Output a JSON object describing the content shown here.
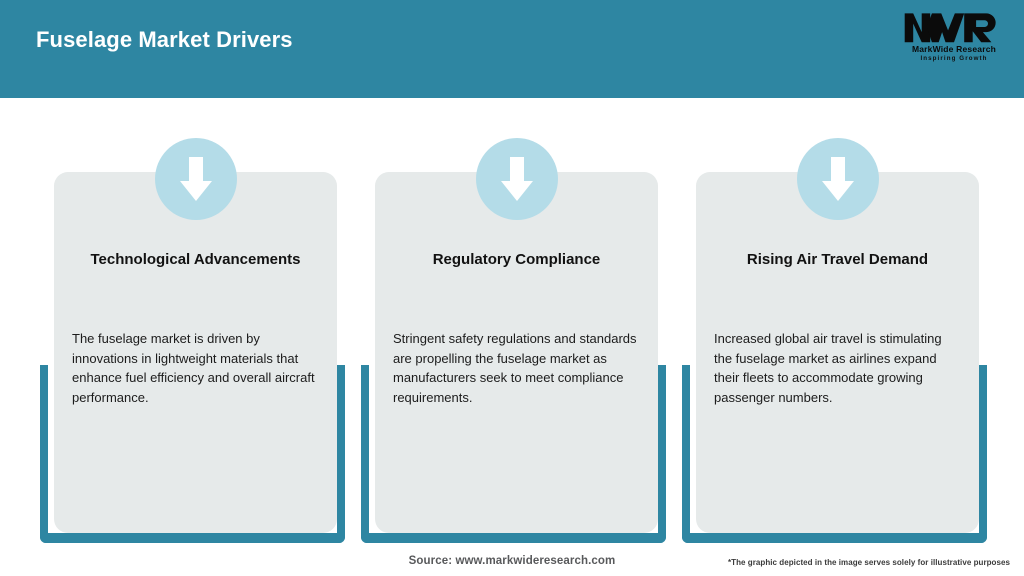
{
  "header": {
    "title": "Fuselage Market Drivers",
    "background_color": "#2E86A2",
    "title_color": "#FFFFFF"
  },
  "logo": {
    "mark": "MWR",
    "name": "MarkWide Research",
    "tagline": "Inspiring Growth"
  },
  "cards": [
    {
      "icon": "down-arrow-icon",
      "title": "Technological Advancements",
      "body": "The fuselage market is driven by innovations in lightweight materials that enhance fuel efficiency and overall aircraft performance."
    },
    {
      "icon": "down-arrow-icon",
      "title": "Regulatory Compliance",
      "body": "Stringent safety regulations and standards are propelling the fuselage market as manufacturers seek to meet compliance requirements."
    },
    {
      "icon": "down-arrow-icon",
      "title": "Rising Air Travel Demand",
      "body": "Increased global air travel is stimulating the fuselage market as airlines expand their fleets to accommodate growing passenger numbers."
    }
  ],
  "footer": {
    "source": "Source: www.markwideresearch.com",
    "disclaimer": "*The graphic depicted in the image serves solely for illustrative purposes"
  },
  "theme": {
    "teal": "#2E86A2",
    "card_bg": "#E6EAEA",
    "badge_bg": "#B4DCE8",
    "arrow": "#FFFFFF",
    "page_bg": "#FFFFFF"
  }
}
